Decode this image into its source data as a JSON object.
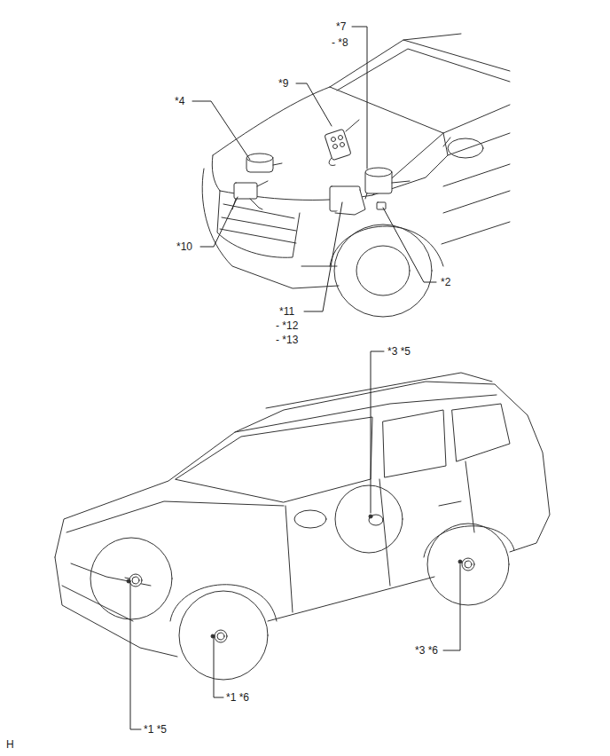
{
  "diagram": {
    "labels": [
      "*7",
      "- *8",
      "*9",
      "*4",
      "*10",
      "*2",
      "*11",
      "- *12",
      "- *13",
      "*3 *5",
      "*3 *6",
      "*1 *6",
      "*1 *5",
      "H"
    ]
  }
}
